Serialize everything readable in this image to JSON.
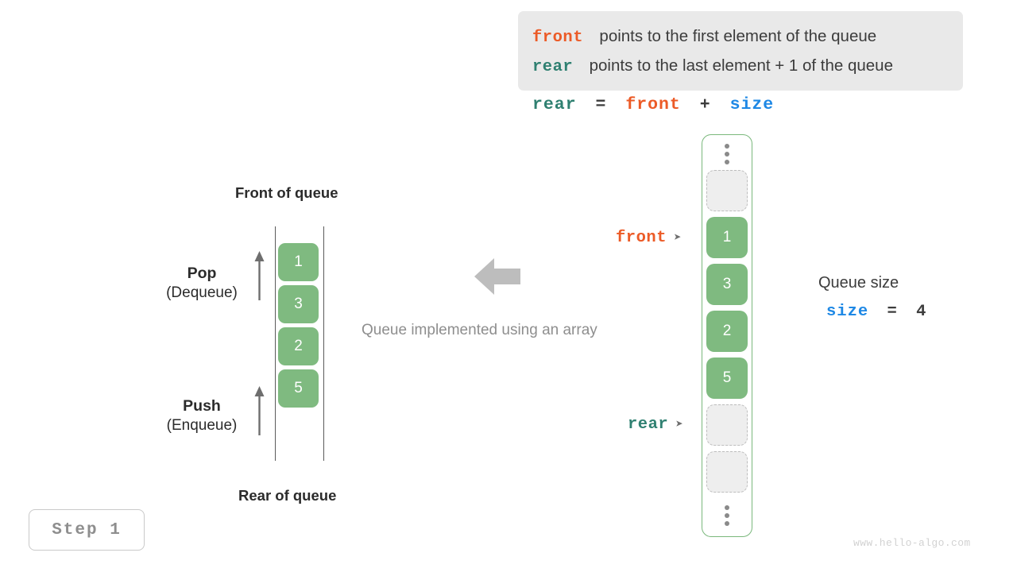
{
  "legend": {
    "lines": [
      {
        "keyword": "front",
        "keyword_color": "#ec5b27",
        "text": "points to the first element of the queue"
      },
      {
        "keyword": "rear",
        "keyword_color": "#2f8071",
        "text": "points to the last element + 1 of the queue"
      }
    ]
  },
  "formula": {
    "lhs": "rear",
    "eq": "=",
    "rhs1": "front",
    "plus": "+",
    "rhs2": "size"
  },
  "abstract_queue": {
    "front_label": "Front of queue",
    "rear_label": "Rear of queue",
    "cells": [
      "1",
      "3",
      "2",
      "5"
    ],
    "pop": {
      "title": "Pop",
      "sub": "(Dequeue)"
    },
    "push": {
      "title": "Push",
      "sub": "(Enqueue)"
    }
  },
  "center": {
    "caption": "Queue implemented using an array",
    "arrow_icon": "arrow-left-icon"
  },
  "array_view": {
    "cells": [
      {
        "kind": "dots",
        "value": ""
      },
      {
        "kind": "empty",
        "value": ""
      },
      {
        "kind": "filled",
        "value": "1"
      },
      {
        "kind": "filled",
        "value": "3"
      },
      {
        "kind": "filled",
        "value": "2"
      },
      {
        "kind": "filled",
        "value": "5"
      },
      {
        "kind": "empty",
        "value": ""
      },
      {
        "kind": "empty",
        "value": ""
      },
      {
        "kind": "dots",
        "value": ""
      }
    ],
    "pointers": {
      "front": {
        "label": "front",
        "arrow": "➤"
      },
      "rear": {
        "label": "rear",
        "arrow": "➤"
      }
    }
  },
  "size_annotation": {
    "title": "Queue size",
    "keyword": "size",
    "eq": "=",
    "value": "4"
  },
  "step_badge": {
    "label": "Step 1"
  },
  "watermark": {
    "text": "www.hello-algo.com"
  },
  "colors": {
    "front": "#ec5b27",
    "rear": "#2f8071",
    "size": "#1e88e5",
    "cell_green": "#7fba80",
    "legend_bg": "#e9e9e9",
    "muted": "#8e8e8e"
  }
}
